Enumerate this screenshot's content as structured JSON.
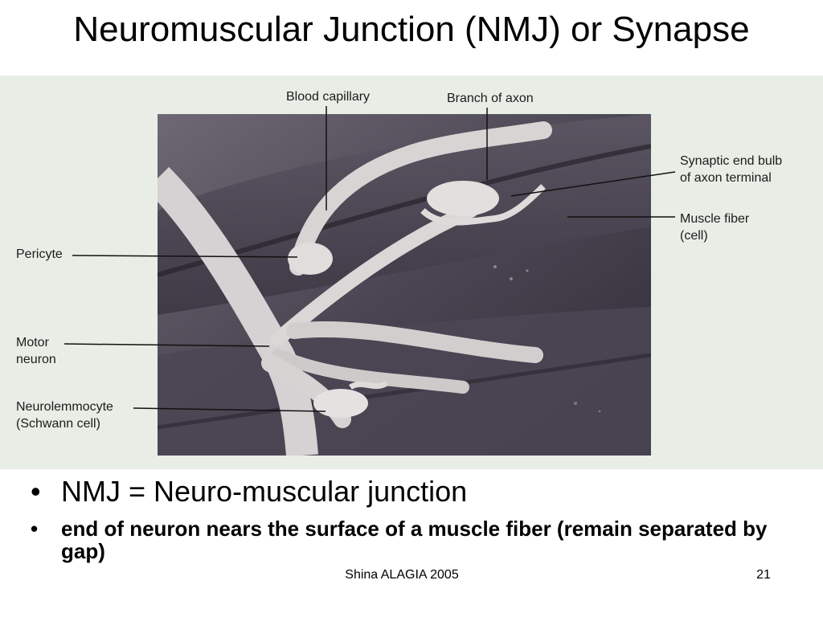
{
  "slide": {
    "title": "Neuromuscular Junction (NMJ) or Synapse"
  },
  "figure": {
    "labels": {
      "blood_capillary": "Blood capillary",
      "branch_of_axon": "Branch of axon",
      "synaptic_end_bulb": "Synaptic end bulb\nof axon terminal",
      "muscle_fiber": "Muscle fiber\n(cell)",
      "pericyte": "Pericyte",
      "motor_neuron": "Motor\nneuron",
      "neurolemmocyte": "Neurolemmocyte\n(Schwann cell)"
    },
    "colors": {
      "background": "#e8eee6",
      "micrograph_dark": "#3a3742",
      "tissue_light": "#ddd8d8"
    }
  },
  "bullets": [
    {
      "bullet": "•",
      "text": "NMJ = Neuro-muscular junction"
    },
    {
      "bullet": "•",
      "text": "end of neuron nears the surface of a muscle fiber (remain separated by gap)"
    }
  ],
  "footer": {
    "author": "Shina ALAGIA 2005",
    "page_number": "21"
  }
}
